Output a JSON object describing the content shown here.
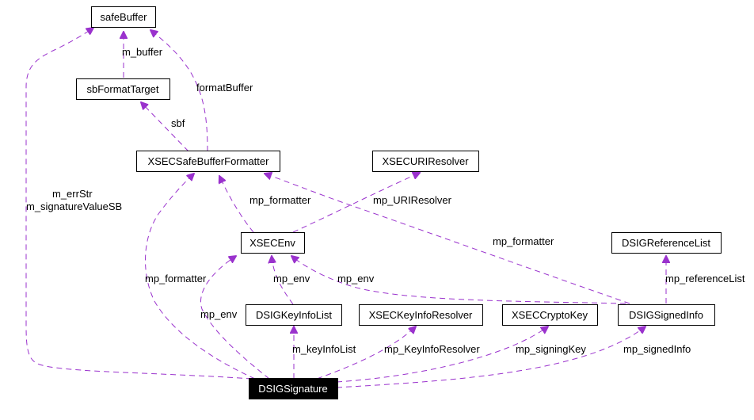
{
  "colors": {
    "edge": "#9a32cd",
    "focus_fill": "#000000",
    "focus_text": "#ffffff"
  },
  "nodes": {
    "safeBuffer": "safeBuffer",
    "sbFormatTarget": "sbFormatTarget",
    "XSECSafeBufferFormatter": "XSECSafeBufferFormatter",
    "XSECURIResolver": "XSECURIResolver",
    "XSECEnv": "XSECEnv",
    "DSIGReferenceList": "DSIGReferenceList",
    "DSIGKeyInfoList": "DSIGKeyInfoList",
    "XSECKeyInfoResolver": "XSECKeyInfoResolver",
    "XSECCryptoKey": "XSECCryptoKey",
    "DSIGSignedInfo": "DSIGSignedInfo",
    "DSIGSignature": "DSIGSignature"
  },
  "edge_labels": {
    "m_buffer": "m_buffer",
    "formatBuffer": "formatBuffer",
    "sbf": "sbf",
    "m_errStr": "m_errStr",
    "m_signatureValueSB": "m_signatureValueSB",
    "mp_formatter_env": "mp_formatter",
    "mp_URIResolver": "mp_URIResolver",
    "mp_formatter_signedinfo": "mp_formatter",
    "mp_formatter_signature": "mp_formatter",
    "mp_env_keyinfolist": "mp_env",
    "mp_env_signedinfo": "mp_env",
    "mp_env_signature": "mp_env",
    "mp_referenceList": "mp_referenceList",
    "m_keyInfoList": "m_keyInfoList",
    "mp_KeyInfoResolver": "mp_KeyInfoResolver",
    "mp_signingKey": "mp_signingKey",
    "mp_signedInfo": "mp_signedInfo"
  }
}
